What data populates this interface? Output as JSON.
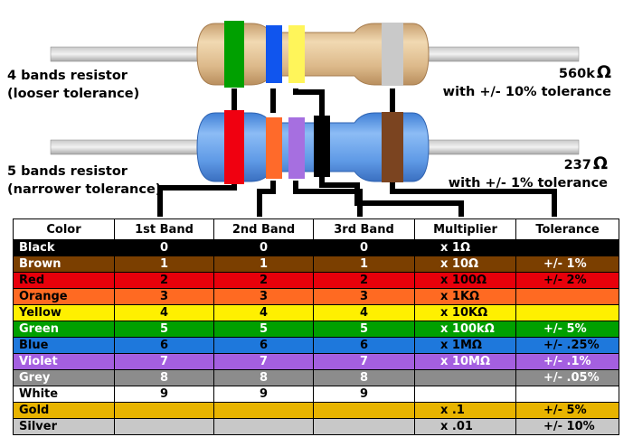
{
  "labels": {
    "four_band_title": "4 bands resistor",
    "four_band_sub": "(looser tolerance)",
    "five_band_title": "5 bands resistor",
    "five_band_sub": "(narrower tolerance)",
    "four_value": "560k",
    "four_tolerance": "with +/- 10% tolerance",
    "five_value": "237",
    "five_tolerance": "with +/- 1% tolerance",
    "ohm_symbol": "Ω"
  },
  "resistors": {
    "four_band": {
      "body_color": "#DEB887",
      "bands": [
        "Green",
        "Blue",
        "Yellow",
        "Silver"
      ]
    },
    "five_band": {
      "body_color": "#5B9BE8",
      "bands": [
        "Red",
        "Orange",
        "Violet",
        "Black",
        "Brown"
      ]
    }
  },
  "table": {
    "headers": [
      "Color",
      "1st Band",
      "2nd Band",
      "3rd Band",
      "Multiplier",
      "Tolerance"
    ],
    "rows": [
      {
        "color": "Black",
        "bg": "#000000",
        "fg": "#ffffff",
        "b1": "0",
        "b2": "0",
        "b3": "0",
        "mult": "x 1Ω",
        "tol": ""
      },
      {
        "color": "Brown",
        "bg": "#7B3F00",
        "fg": "#ffffff",
        "b1": "1",
        "b2": "1",
        "b3": "1",
        "mult": "x 10Ω",
        "tol": "+/- 1%"
      },
      {
        "color": "Red",
        "bg": "#E8000B",
        "fg": "#000000",
        "b1": "2",
        "b2": "2",
        "b3": "2",
        "mult": "x 100Ω",
        "tol": "+/- 2%"
      },
      {
        "color": "Orange",
        "bg": "#FF6A22",
        "fg": "#000000",
        "b1": "3",
        "b2": "3",
        "b3": "3",
        "mult": "x 1KΩ",
        "tol": ""
      },
      {
        "color": "Yellow",
        "bg": "#FFF000",
        "fg": "#000000",
        "b1": "4",
        "b2": "4",
        "b3": "4",
        "mult": "x 10KΩ",
        "tol": ""
      },
      {
        "color": "Green",
        "bg": "#00A000",
        "fg": "#ffffff",
        "b1": "5",
        "b2": "5",
        "b3": "5",
        "mult": "x 100kΩ",
        "tol": "+/- 5%"
      },
      {
        "color": "Blue",
        "bg": "#1E78DC",
        "fg": "#000000",
        "b1": "6",
        "b2": "6",
        "b3": "6",
        "mult": "x 1MΩ",
        "tol": "+/- .25%"
      },
      {
        "color": "Violet",
        "bg": "#A45FE0",
        "fg": "#ffffff",
        "b1": "7",
        "b2": "7",
        "b3": "7",
        "mult": "x 10MΩ",
        "tol": "+/- .1%"
      },
      {
        "color": "Grey",
        "bg": "#8C8C8C",
        "fg": "#ffffff",
        "b1": "8",
        "b2": "8",
        "b3": "8",
        "mult": "",
        "tol": "+/- .05%"
      },
      {
        "color": "White",
        "bg": "#ffffff",
        "fg": "#000000",
        "b1": "9",
        "b2": "9",
        "b3": "9",
        "mult": "",
        "tol": ""
      },
      {
        "color": "Gold",
        "bg": "#E8B400",
        "fg": "#000000",
        "b1": "",
        "b2": "",
        "b3": "",
        "mult": "x .1",
        "tol": "+/- 5%"
      },
      {
        "color": "Silver",
        "bg": "#C8C8C8",
        "fg": "#000000",
        "b1": "",
        "b2": "",
        "b3": "",
        "mult": "x .01",
        "tol": "+/- 10%"
      }
    ]
  }
}
